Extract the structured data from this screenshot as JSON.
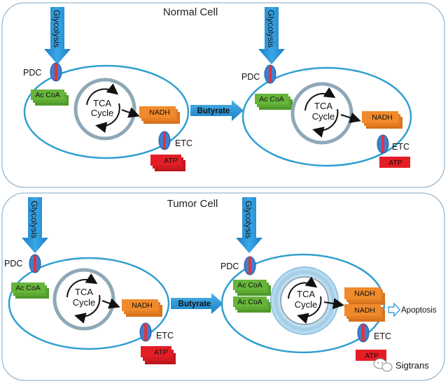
{
  "panels": {
    "normal": {
      "title": "Normal Cell"
    },
    "tumor": {
      "title": "Tumor Cell"
    }
  },
  "labels": {
    "glycolysis": "Glycolysis",
    "pdc": "PDC",
    "ac_coa": "Ac CoA",
    "tca_line1": "TCA",
    "tca_line2": "Cycle",
    "nadh": "NADH",
    "etc": "ETC",
    "atp": "ATP",
    "butyrate": "Butyrate",
    "apoptosis": "Apoptosis"
  },
  "watermark": {
    "text": "Sigtrans"
  },
  "colors": {
    "panel_border": "#9ab8cf",
    "cell_membrane": "#2f9fd0",
    "glycolysis_arrow": "#1f8fd1",
    "pdc_blue": "#3f7fcf",
    "pdc_red": "#e0343a",
    "ac_coa": "#67b43a",
    "nadh": "#f08a2c",
    "atp": "#e41e26",
    "mito_ring": "#8fa8b8",
    "tumor_mito_ring": "#a9d3ea"
  }
}
